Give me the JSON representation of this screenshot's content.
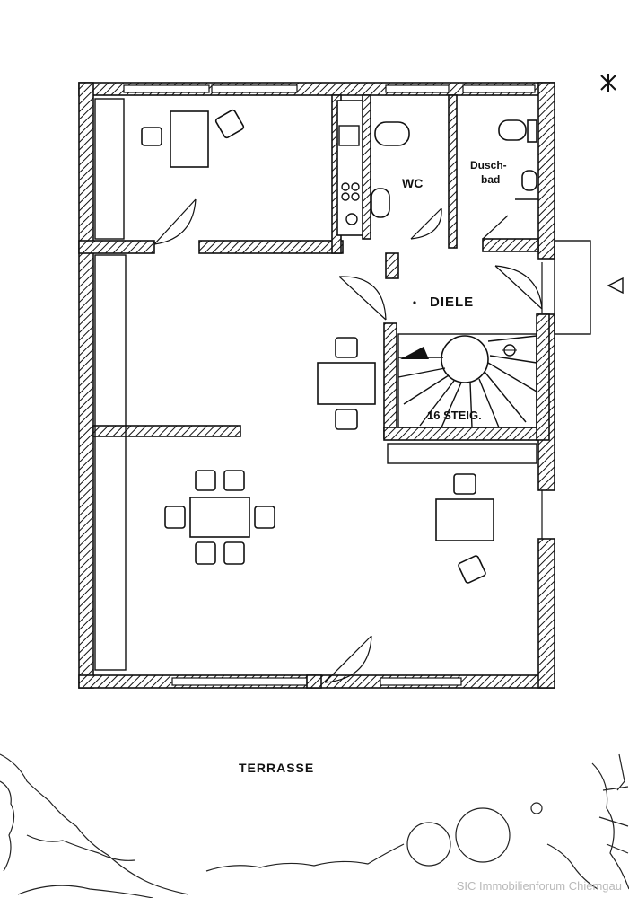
{
  "rooms": {
    "wc": "WC",
    "dusch": "Dusch-",
    "bad": "bad",
    "diele": "DIELE",
    "stairs": "16 STEIG.",
    "terrace": "TERRASSE"
  },
  "watermark": "SIC Immobilienforum Chiemgau"
}
